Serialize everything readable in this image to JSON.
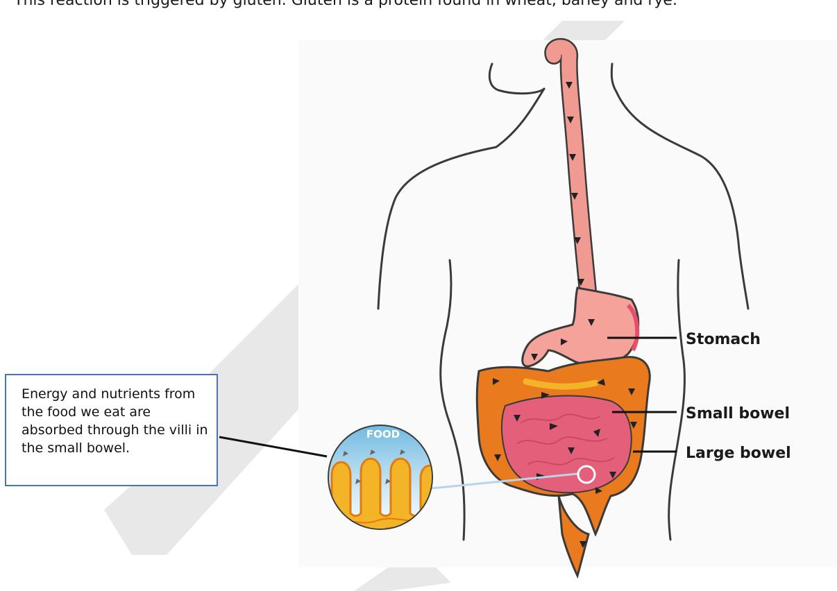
{
  "intro_text": "This reaction is triggered by gluten. Gluten is a protein found in wheat, barley and rye.",
  "callout_text": "Energy and nutrients from the food we eat are absorbed through the villi in the small bowel.",
  "labels": {
    "stomach": "Stomach",
    "small_bowel": "Small bowel",
    "large_bowel": "Large bowel",
    "food": "FOOD"
  },
  "colors": {
    "esophagus": "#f19a92",
    "stomach": "#f4a29a",
    "small_bowel": "#e4607a",
    "large_bowel": "#e97a1e",
    "villi": "#f3b428",
    "callout_border": "#4472c4",
    "body_outline": "#3a3a3a",
    "watermark": "#e6e6e6"
  }
}
